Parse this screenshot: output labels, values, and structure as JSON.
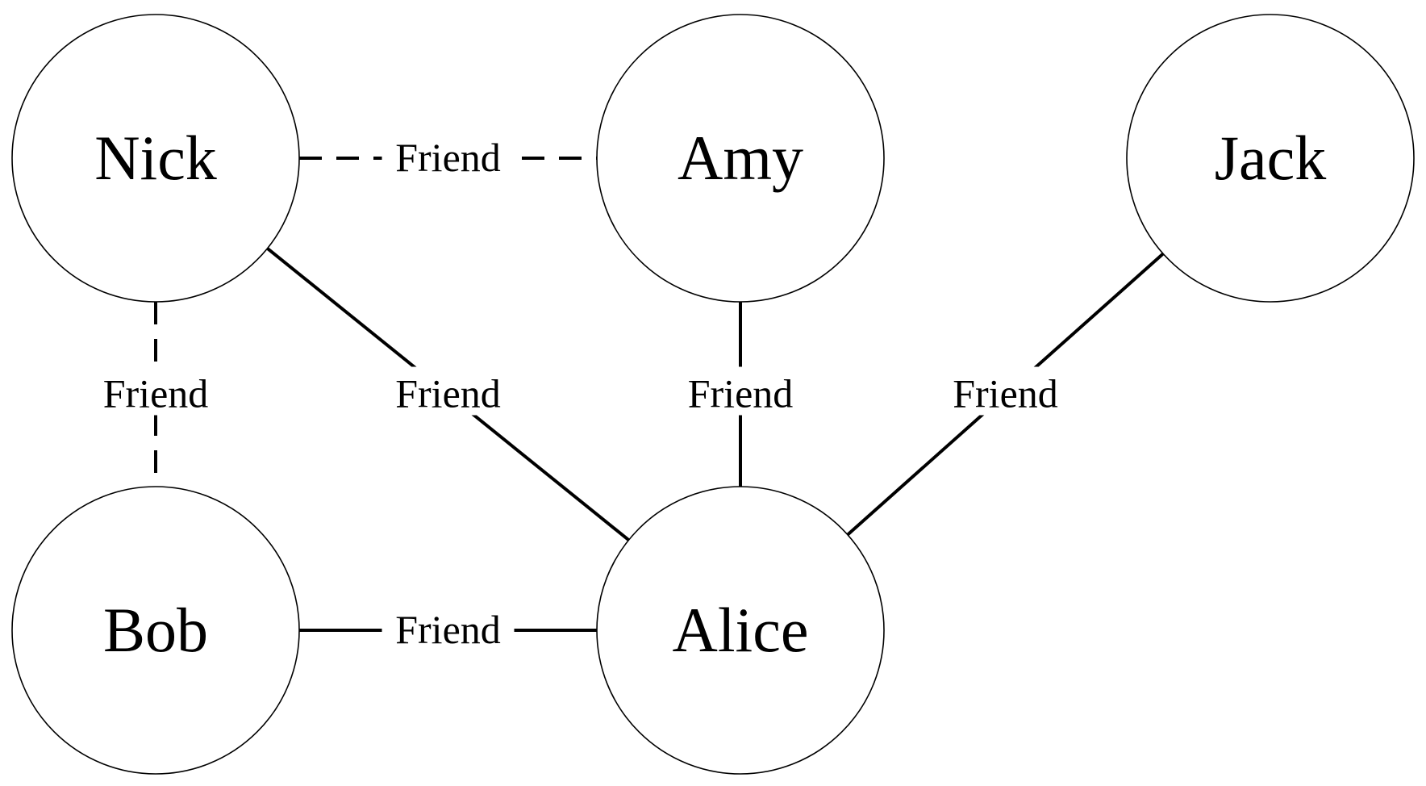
{
  "graph": {
    "nodes": [
      {
        "id": "nick",
        "label": "Nick"
      },
      {
        "id": "amy",
        "label": "Amy"
      },
      {
        "id": "jack",
        "label": "Jack"
      },
      {
        "id": "bob",
        "label": "Bob"
      },
      {
        "id": "alice",
        "label": "Alice"
      }
    ],
    "edges": [
      {
        "id": "nick-amy",
        "from": "nick",
        "to": "amy",
        "label": "Friend",
        "style": "dashed"
      },
      {
        "id": "nick-bob",
        "from": "nick",
        "to": "bob",
        "label": "Friend",
        "style": "dashed"
      },
      {
        "id": "nick-alice",
        "from": "nick",
        "to": "alice",
        "label": "Friend",
        "style": "solid"
      },
      {
        "id": "amy-alice",
        "from": "amy",
        "to": "alice",
        "label": "Friend",
        "style": "solid"
      },
      {
        "id": "jack-alice",
        "from": "jack",
        "to": "alice",
        "label": "Friend",
        "style": "solid"
      },
      {
        "id": "bob-alice",
        "from": "bob",
        "to": "alice",
        "label": "Friend",
        "style": "solid"
      }
    ]
  }
}
